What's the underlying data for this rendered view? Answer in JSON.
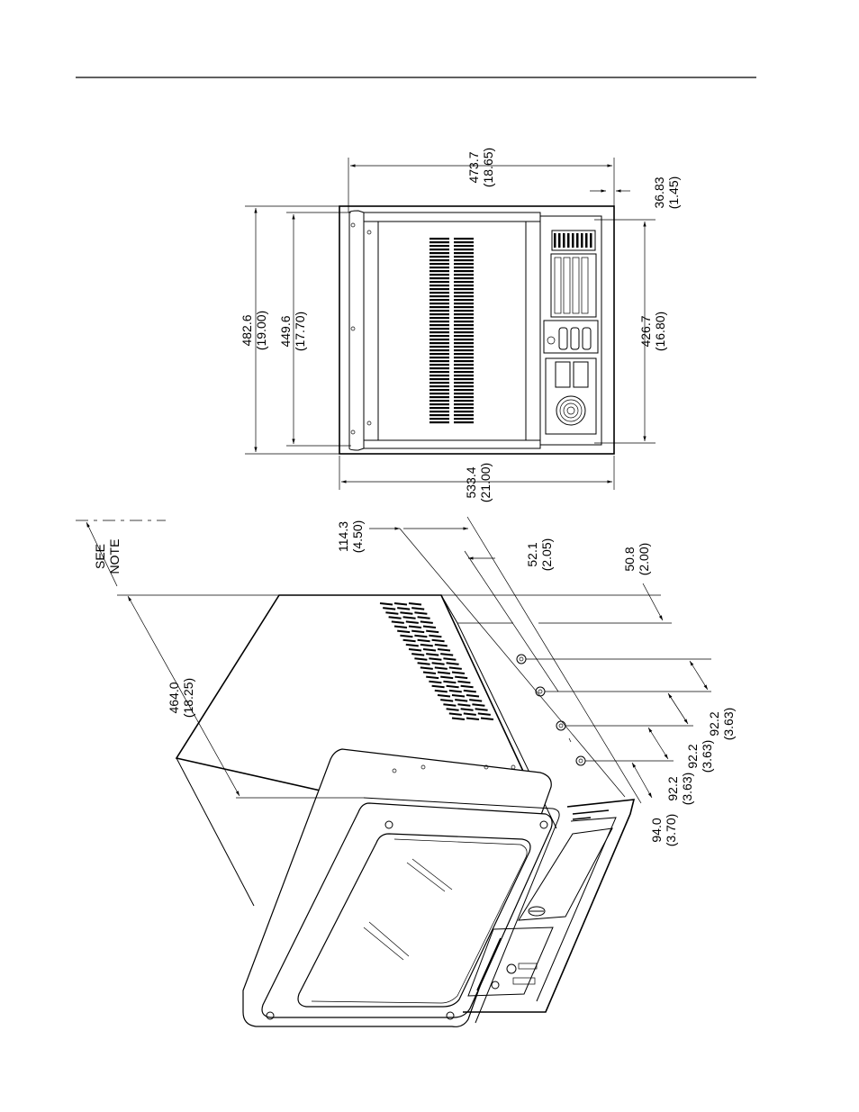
{
  "note_label": [
    "SEE",
    "NOTE"
  ],
  "dimensions": {
    "rear_width": {
      "mm": "473.7",
      "in": "(18.65)"
    },
    "rear_offset": {
      "mm": "36.83",
      "in": "(1.45)"
    },
    "overall_height": {
      "mm": "482.6",
      "in": "(19.00)"
    },
    "inner_height": {
      "mm": "449.6",
      "in": "(17.70)"
    },
    "right_height": {
      "mm": "426.7",
      "in": "(16.80)"
    },
    "overall_width": {
      "mm": "533.4",
      "in": "(21.00)"
    },
    "depth_front": {
      "mm": "114.3",
      "in": "(4.50)"
    },
    "flange_offset": {
      "mm": "52.1",
      "in": "(2.05)"
    },
    "hole_offset": {
      "mm": "50.8",
      "in": "(2.00)"
    },
    "hole_spacing_1": {
      "mm": "92.2",
      "in": "(3.63)"
    },
    "hole_spacing_2": {
      "mm": "92.2",
      "in": "(3.63)"
    },
    "hole_spacing_3": {
      "mm": "92.2",
      "in": "(3.63)"
    },
    "hole_bottom": {
      "mm": "94.0",
      "in": "(3.70)"
    },
    "depth_total": {
      "mm": "464.0",
      "in": "(18.25)"
    }
  }
}
